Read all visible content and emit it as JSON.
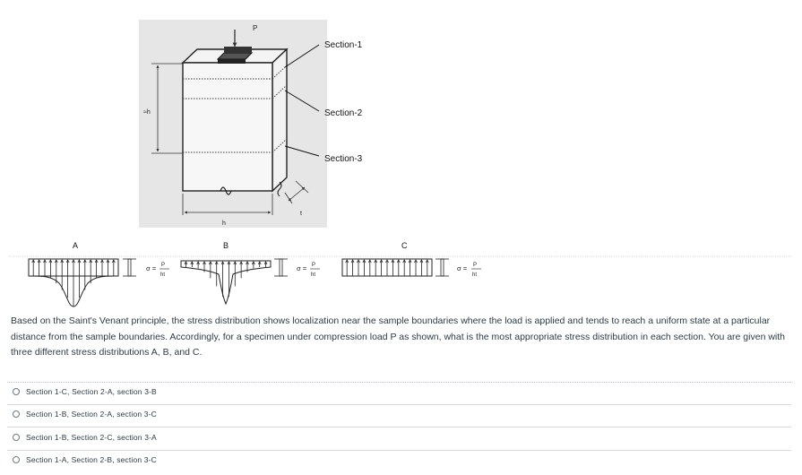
{
  "figure": {
    "load_label": "P",
    "height_label": "≈h",
    "width_label": "h",
    "thickness_label": "t",
    "section_labels": [
      "Section-1",
      "Section-2",
      "Section-3"
    ],
    "distributions": [
      {
        "label": "A",
        "formula_sigma": "σ =",
        "formula_num": "P",
        "formula_den": "ht"
      },
      {
        "label": "B",
        "formula_sigma": "σ =",
        "formula_num": "P",
        "formula_den": "ht"
      },
      {
        "label": "C",
        "formula_sigma": "σ =",
        "formula_num": "P",
        "formula_den": "ht"
      }
    ]
  },
  "question": {
    "text": "Based on the Saint's Venant principle, the stress distribution shows localization near the sample boundaries where the load is applied and tends to reach a uniform state at a particular distance from the sample boundaries. Accordingly, for a specimen under compression load P as shown, what is the most appropriate stress distribution in each section. You are given with three different stress distributions A, B, and C."
  },
  "answers": [
    {
      "label": "Section 1-C, Section 2-A, section 3-B"
    },
    {
      "label": "Section 1-B, Section 2-A, section 3-C"
    },
    {
      "label": "Section 1-B, Section 2-C, section 3-A"
    },
    {
      "label": "Section 1-A, Section 2-B, section 3-C"
    }
  ]
}
